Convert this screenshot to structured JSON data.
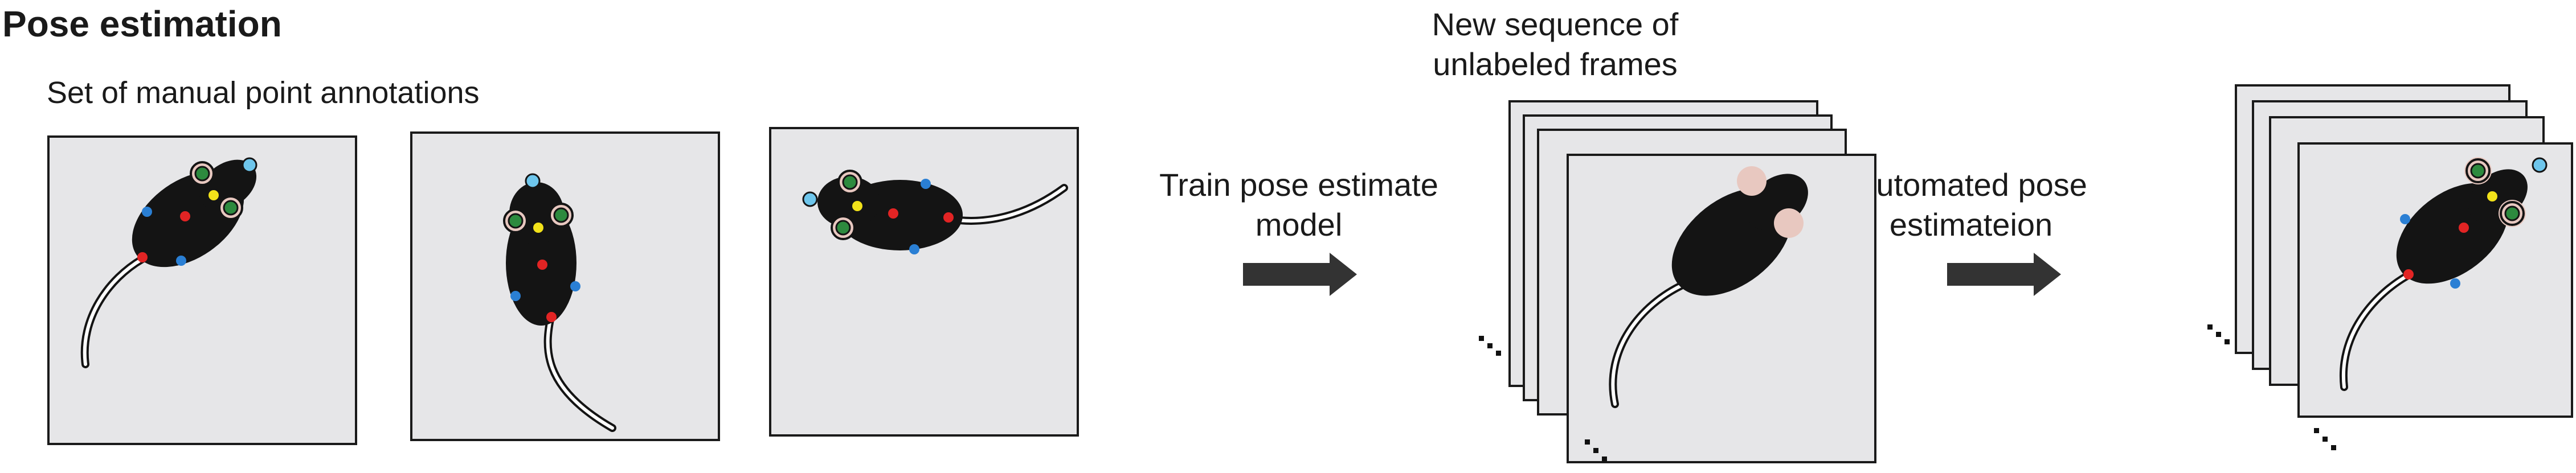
{
  "title": "Pose estimation",
  "annotations_label": "Set of manual point annotations",
  "step_train": {
    "line1": "Train pose estimate",
    "line2": "model"
  },
  "unlabeled_caption": {
    "line1": "New sequence of",
    "line2": "unlabeled frames"
  },
  "step_auto": {
    "line1": "Automated pose",
    "line2": "estimateion"
  },
  "colors": {
    "frame_fill": "#e6e6e8",
    "mouse_body": "#141414",
    "ear_pink": "#e8c8c0",
    "eye_green": "#2d8a3e",
    "nose_cyan": "#6ec6ec",
    "spine_yellow": "#f2e21a",
    "core_red": "#e22424",
    "side_blue": "#2a7fd4",
    "arrow": "#333333"
  }
}
